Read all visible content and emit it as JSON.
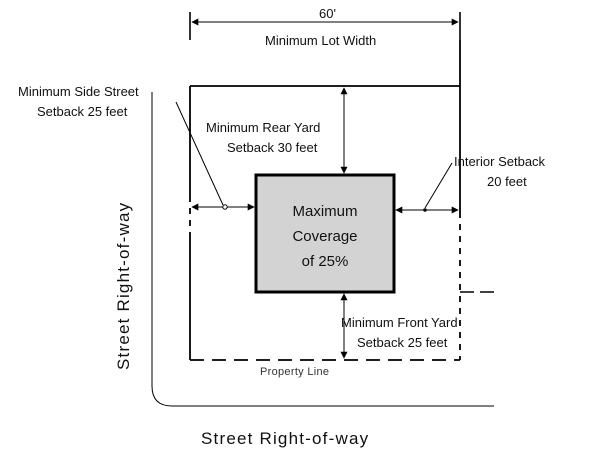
{
  "dimension": {
    "width_value": "60'",
    "width_label": "Minimum Lot  Width"
  },
  "setbacks": {
    "side_street_line1": "Minimum Side Street",
    "side_street_line2": "Setback 25 feet",
    "rear_line1": "Minimum Rear Yard",
    "rear_line2": "Setback 30 feet",
    "interior_line1": "Interior Setback",
    "interior_line2": "20 feet",
    "front_line1": "Minimum Front Yard",
    "front_line2": "Setback 25 feet"
  },
  "building": {
    "line1": "Maximum",
    "line2": "Coverage",
    "line3": "of 25%",
    "fill_color": "#d3d3d3"
  },
  "property_line_label": "Property Line",
  "street_left": "Street Right-of-way",
  "street_bottom": "Street Right-of-way"
}
